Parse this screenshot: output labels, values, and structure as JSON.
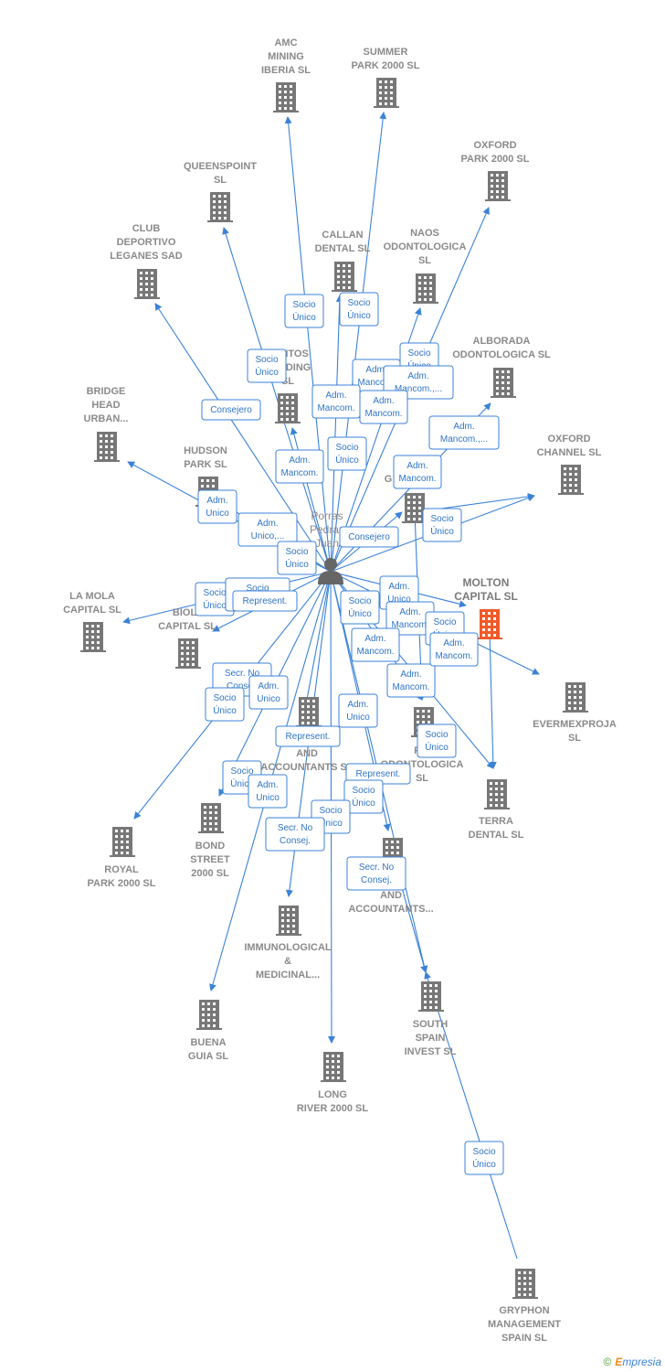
{
  "colors": {
    "edge": "#3b82d8",
    "building": "#777777",
    "highlight": "#f05a28",
    "person": "#666666",
    "tag_text": "#2f74c8"
  },
  "person": {
    "lines": [
      "Porras",
      "Pedraz",
      "Juan"
    ],
    "icon": "person-icon"
  },
  "companies": [
    {
      "id": "amc",
      "lines": [
        "AMC",
        "MINING",
        "IBERIA  SL"
      ]
    },
    {
      "id": "summer",
      "lines": [
        "SUMMER",
        "PARK 2000  SL"
      ]
    },
    {
      "id": "oxfordpark",
      "lines": [
        "OXFORD",
        "PARK 2000  SL"
      ]
    },
    {
      "id": "queenspoint",
      "lines": [
        "QUEENSPOINT",
        "SL"
      ]
    },
    {
      "id": "club",
      "lines": [
        "CLUB",
        "DEPORTIVO",
        "LEGANES SAD"
      ]
    },
    {
      "id": "callan",
      "lines": [
        "CALLAN",
        "DENTAL SL"
      ]
    },
    {
      "id": "naos",
      "lines": [
        "NAOS",
        "ODONTOLOGICA",
        "SL"
      ]
    },
    {
      "id": "alborada",
      "lines": [
        "ALBORADA",
        "ODONTOLOGICA SL"
      ]
    },
    {
      "id": "santos",
      "lines": [
        "SANTOS",
        "HOLDING",
        "SL"
      ]
    },
    {
      "id": "bridge",
      "lines": [
        "BRIDGE",
        "HEAD",
        "URBAN..."
      ]
    },
    {
      "id": "oxfordchannel",
      "lines": [
        "OXFORD",
        "CHANNEL  SL"
      ]
    },
    {
      "id": "hudson",
      "lines": [
        "HUDSON",
        "PARK SL"
      ]
    },
    {
      "id": "gcomp",
      "lines": [
        "G"
      ]
    },
    {
      "id": "molton",
      "lines": [
        "MOLTON",
        "CAPITAL  SL"
      ],
      "highlight": true
    },
    {
      "id": "lamola",
      "lines": [
        "LA MOLA",
        "CAPITAL  SL"
      ]
    },
    {
      "id": "biolt",
      "lines": [
        "BIOLT",
        "CAPITAL SL"
      ]
    },
    {
      "id": "evermex",
      "lines": [
        "EVERMEXPROJA",
        "SL"
      ]
    },
    {
      "id": "andacc",
      "lines": [
        "AND",
        "ACCOUNTANTS SL"
      ]
    },
    {
      "id": "finodonto",
      "lines": [
        "FIN",
        "ODONTOLOGICA",
        "SL"
      ]
    },
    {
      "id": "terra",
      "lines": [
        "TERRA",
        "DENTAL SL"
      ]
    },
    {
      "id": "royal",
      "lines": [
        "ROYAL",
        "PARK 2000  SL"
      ]
    },
    {
      "id": "bond",
      "lines": [
        "BOND",
        "STREET",
        "2000  SL"
      ]
    },
    {
      "id": "accountants2",
      "lines": [
        "RS",
        "AND",
        "ACCOUNTANTS..."
      ]
    },
    {
      "id": "immuno",
      "lines": [
        "IMMUNOLOGICAL",
        "&",
        "MEDICINAL..."
      ]
    },
    {
      "id": "buena",
      "lines": [
        "BUENA",
        "GUIA  SL"
      ]
    },
    {
      "id": "southspain",
      "lines": [
        "SOUTH",
        "SPAIN",
        "INVEST SL"
      ]
    },
    {
      "id": "longriver",
      "lines": [
        "LONG",
        "RIVER 2000  SL"
      ]
    },
    {
      "id": "gryphon",
      "lines": [
        "GRYPHON",
        "MANAGEMENT",
        "SPAIN  SL"
      ]
    }
  ],
  "relations": [
    {
      "lines": [
        "Socio",
        "Único"
      ]
    },
    {
      "lines": [
        "Socio",
        "Único"
      ]
    },
    {
      "lines": [
        "Socio",
        "Único"
      ]
    },
    {
      "lines": [
        "Socio",
        "Único"
      ]
    },
    {
      "lines": [
        "Adm.",
        "Mancom."
      ]
    },
    {
      "lines": [
        "Adm.",
        "Mancom.,..."
      ]
    },
    {
      "lines": [
        "Consejero"
      ]
    },
    {
      "lines": [
        "Adm.",
        "Mancom."
      ]
    },
    {
      "lines": [
        "Adm.",
        "Mancom."
      ]
    },
    {
      "lines": [
        "Adm.",
        "Mancom.,..."
      ]
    },
    {
      "lines": [
        "Socio",
        "Único"
      ]
    },
    {
      "lines": [
        "Adm.",
        "Mancom."
      ]
    },
    {
      "lines": [
        "Adm.",
        "Mancom."
      ]
    },
    {
      "lines": [
        "Adm.",
        "Unico"
      ]
    },
    {
      "lines": [
        "Adm.",
        "Unico,..."
      ]
    },
    {
      "lines": [
        "Socio",
        "Único"
      ]
    },
    {
      "lines": [
        "Consejero"
      ]
    },
    {
      "lines": [
        "Socio",
        "Único"
      ]
    },
    {
      "lines": [
        "Socio",
        "Único"
      ]
    },
    {
      "lines": [
        "Socio",
        "Represent."
      ]
    },
    {
      "lines": [
        "Represent."
      ]
    },
    {
      "lines": [
        "Adm.",
        "Unico"
      ]
    },
    {
      "lines": [
        "Adm.",
        "Mancom."
      ]
    },
    {
      "lines": [
        "Socio",
        "Único"
      ]
    },
    {
      "lines": [
        "Socio",
        "Único"
      ]
    },
    {
      "lines": [
        "Adm.",
        "Mancom."
      ]
    },
    {
      "lines": [
        "Adm.",
        "Mancom."
      ]
    },
    {
      "lines": [
        "Adm.",
        "Mancom."
      ]
    },
    {
      "lines": [
        "Secr.  No",
        "Consej."
      ]
    },
    {
      "lines": [
        "Adm.",
        "Unico"
      ]
    },
    {
      "lines": [
        "Socio",
        "Único"
      ]
    },
    {
      "lines": [
        "Adm.",
        "Unico"
      ]
    },
    {
      "lines": [
        "Represent."
      ]
    },
    {
      "lines": [
        "Socio",
        "Único"
      ]
    },
    {
      "lines": [
        "Socio",
        "Único"
      ]
    },
    {
      "lines": [
        "Adm.",
        "Unico"
      ]
    },
    {
      "lines": [
        "Represent."
      ]
    },
    {
      "lines": [
        "Socio",
        "Único"
      ]
    },
    {
      "lines": [
        "Socio",
        "Único"
      ]
    },
    {
      "lines": [
        "Secr.  No",
        "Consej."
      ]
    },
    {
      "lines": [
        "Secr.  No",
        "Consej."
      ]
    },
    {
      "lines": [
        "Socio",
        "Único"
      ]
    }
  ],
  "footer": {
    "copyright": "©",
    "brand_e": "E",
    "brand_rest": "mpresia"
  }
}
